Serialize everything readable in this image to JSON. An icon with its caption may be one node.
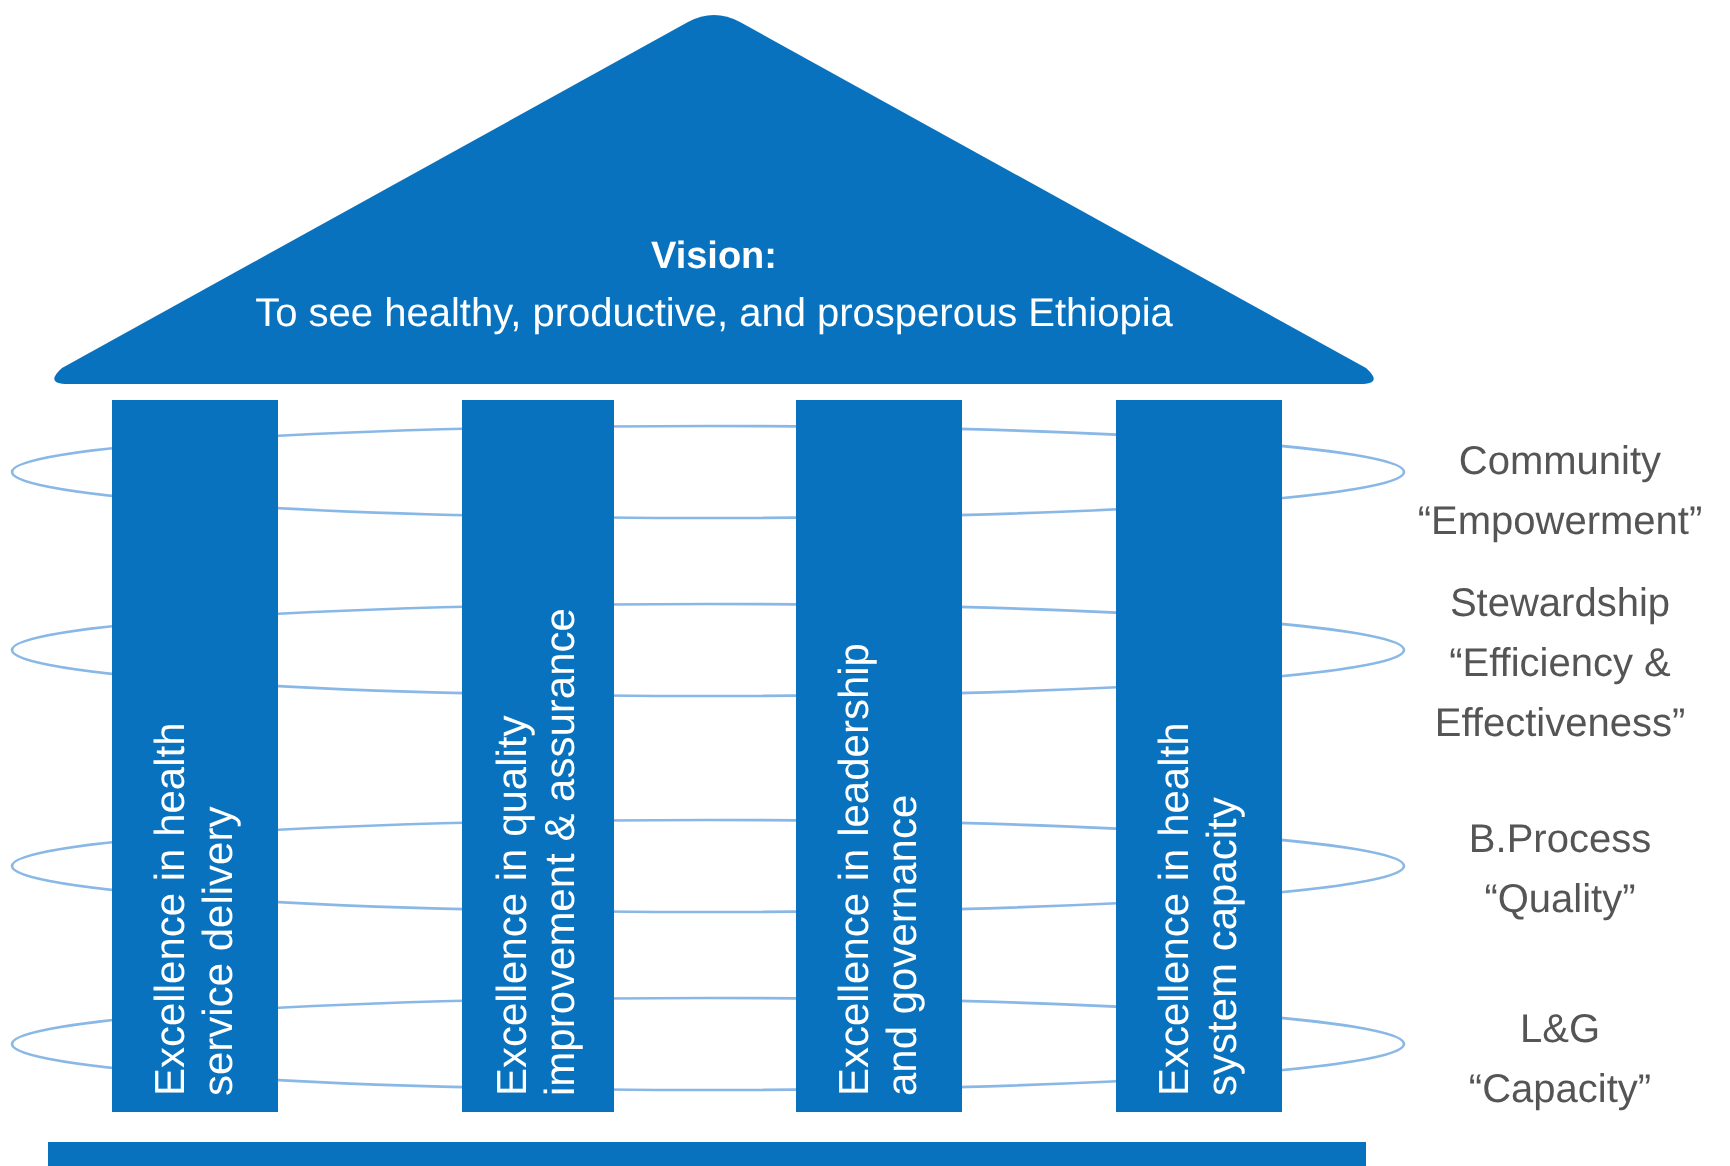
{
  "diagram": {
    "nodes": [
      {
        "text": [
          "Vision:",
          "To see healthy, productive, and prosperous Ethiopia"
        ]
      },
      {
        "text": [
          "Excellence in health service delivery"
        ]
      },
      {
        "text": [
          "Excellence in quality improvement & assurance"
        ]
      },
      {
        "text": [
          "Excellence in leadership and governance"
        ]
      },
      {
        "text": [
          "Excellence in health system capacity"
        ]
      },
      {
        "text": [],
        "shape": "ellipse",
        "beside": [
          "Community",
          "“Empowerment”"
        ]
      },
      {
        "text": [],
        "shape": "ellipse",
        "beside": [
          "Stewardship",
          "“Efficiency & Effectiveness”"
        ]
      },
      {
        "text": [],
        "shape": "ellipse",
        "beside": [
          "B.Process",
          "“Quality”"
        ]
      },
      {
        "text": [],
        "shape": "ellipse",
        "beside": [
          "L&G",
          "“Capacity”"
        ]
      },
      {
        "text": [],
        "shape": "bar"
      }
    ]
  }
}
